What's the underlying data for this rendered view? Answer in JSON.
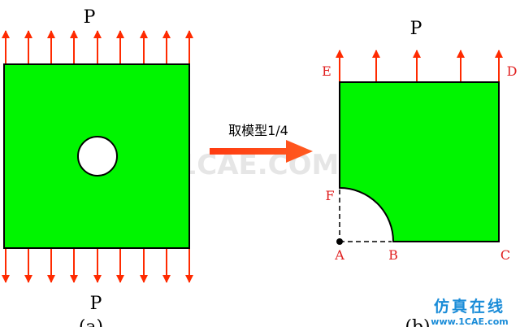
{
  "left_figure": {
    "load_top": "P",
    "load_bottom": "P",
    "caption": "(a)"
  },
  "transition": {
    "label": "取模型1/4"
  },
  "right_figure": {
    "load_top": "P",
    "caption": "(b)",
    "points": {
      "A": "A",
      "B": "B",
      "C": "C",
      "D": "D",
      "E": "E",
      "F": "F"
    }
  },
  "watermark": {
    "center": "1CAE.COM",
    "corner_cn": "仿真在线",
    "corner_url": "www.1CAE.com"
  },
  "colors": {
    "plate_fill": "#00f500",
    "arrow": "#ff2a00",
    "label_red": "#e02020",
    "watermark_cn": "#1a8cd8"
  }
}
